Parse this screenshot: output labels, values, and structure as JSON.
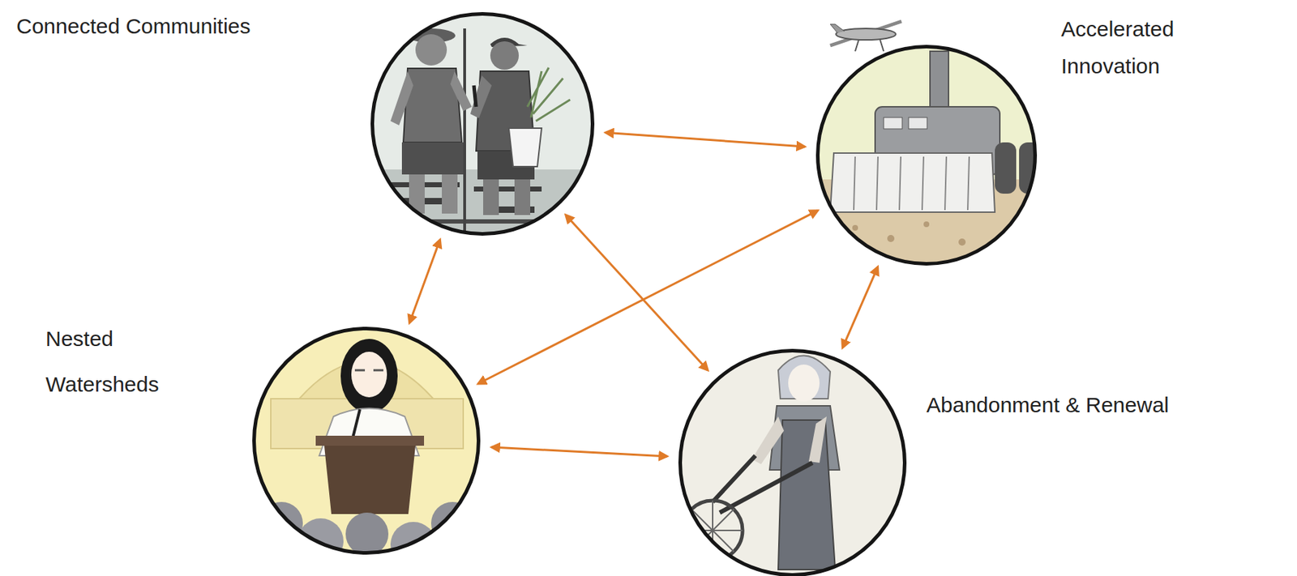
{
  "diagram": {
    "nodes": [
      {
        "text": [
          "Connected Communities"
        ]
      },
      {
        "text": [
          "Accelerated Innovation"
        ]
      },
      {
        "text": [
          "Nested Watersheds"
        ]
      },
      {
        "text": [
          "Abandonment & Renewal"
        ]
      }
    ],
    "edges": [
      {
        "from": 0,
        "to": 1,
        "arrow": "both"
      },
      {
        "from": 0,
        "to": 2,
        "arrow": "both"
      },
      {
        "from": 0,
        "to": 3,
        "arrow": "both"
      },
      {
        "from": 1,
        "to": 2,
        "arrow": "both"
      },
      {
        "from": 1,
        "to": 3,
        "arrow": "both"
      },
      {
        "from": 2,
        "to": 3,
        "arrow": "both"
      }
    ]
  }
}
